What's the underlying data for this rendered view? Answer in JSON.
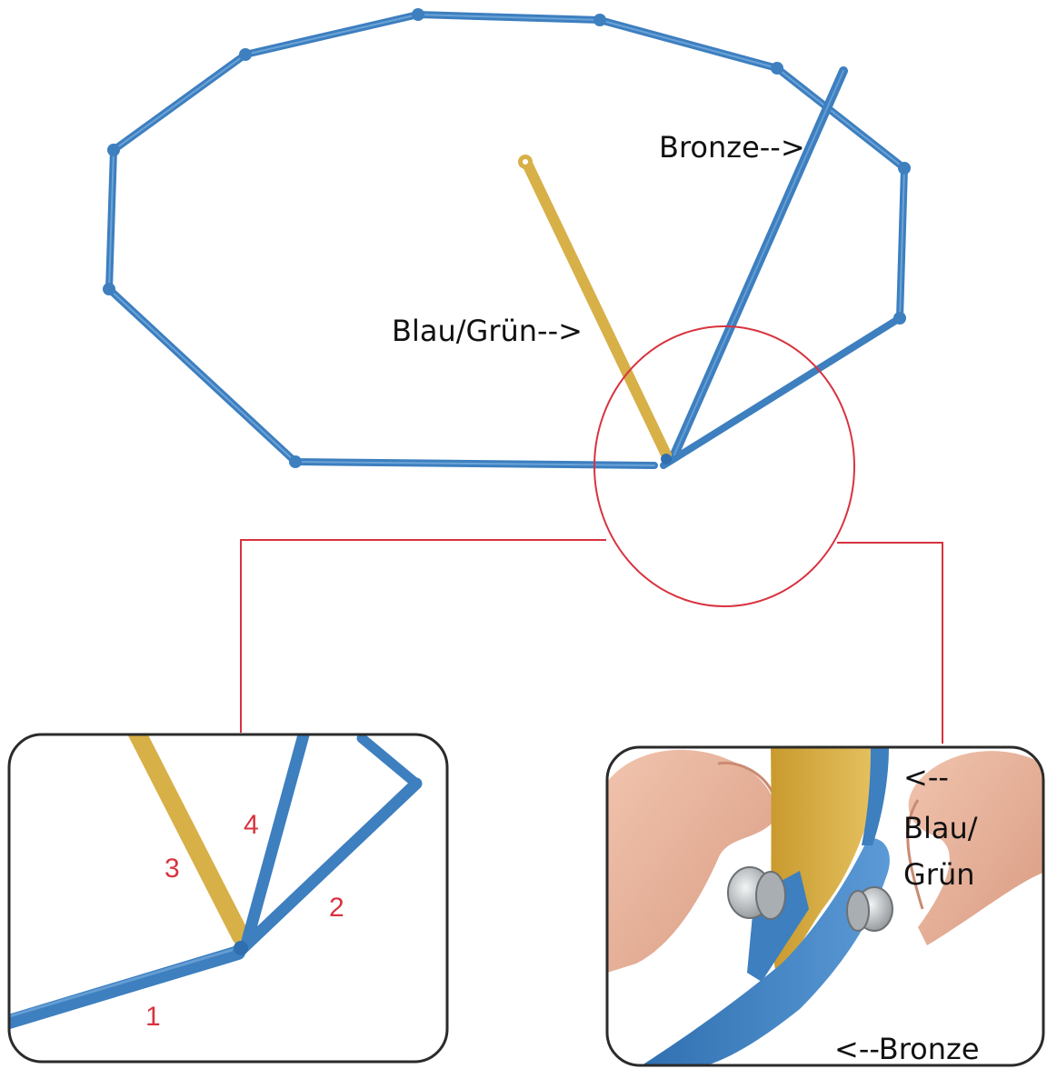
{
  "main_diagram": {
    "label_bronze": "Bronze-->",
    "label_blau_gruen": "Blau/Grün-->"
  },
  "detail_left": {
    "numbers": [
      "1",
      "2",
      "3",
      "4"
    ]
  },
  "detail_right": {
    "label_lines": [
      "<--",
      "Blau/",
      "Grün"
    ],
    "label_bronze": "<--Bronze"
  },
  "colors": {
    "frame_blue": "#3d7fbf",
    "rod_yellow": "#d7b048",
    "highlight_red": "#d8333f",
    "panel_border": "#2b2b2b",
    "skin": "#e6b29a",
    "bolt_gray": "#bfc3c6"
  }
}
